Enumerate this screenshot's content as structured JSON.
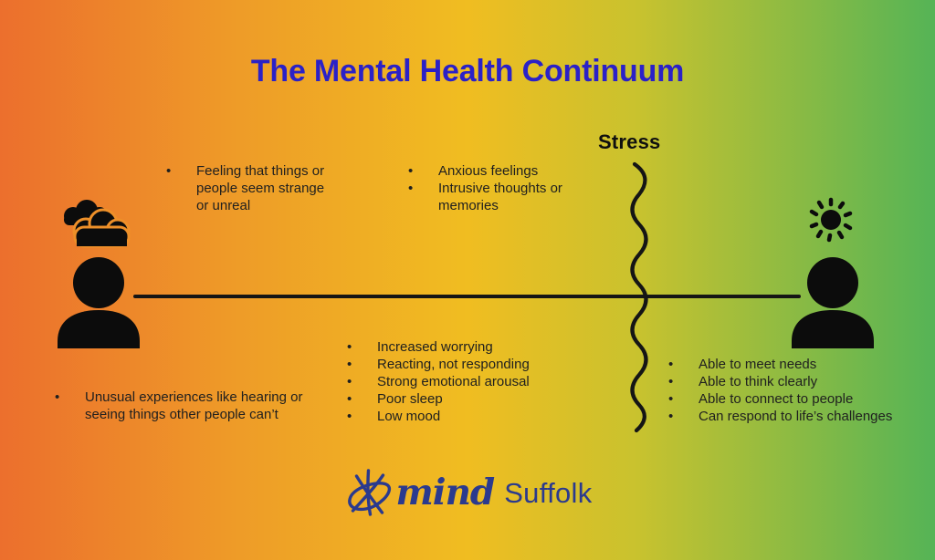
{
  "title": "The Mental Health Continuum",
  "stress_label": "Stress",
  "bullet_char": "•",
  "lists": {
    "top_left": {
      "items": [
        "Feeling that things or people seem strange or unreal"
      ]
    },
    "top_middle": {
      "items": [
        "Anxious feelings",
        "Intrusive thoughts or memories"
      ]
    },
    "bottom_left": {
      "items": [
        "Unusual experiences like hearing or seeing things other people can’t"
      ]
    },
    "bottom_middle": {
      "items": [
        "Increased worrying",
        "Reacting, not responding",
        "Strong emotional arousal",
        "Poor sleep",
        "Low mood"
      ]
    },
    "bottom_right": {
      "items": [
        "Able to meet needs",
        "Able to think clearly",
        "Able to connect to people",
        "Can respond to life’s challenges"
      ]
    }
  },
  "icons": {
    "left_figure": "person-silhouette",
    "left_weather": "storm-clouds",
    "right_figure": "person-silhouette",
    "right_weather": "sun",
    "divider": "wavy-stress-line",
    "axis": "continuum-line"
  },
  "logo": {
    "mark": "mind-scribble-star",
    "wordmark": "mind",
    "region": "Suffolk"
  },
  "colors": {
    "gradient_left": "#ec6f2d",
    "gradient_middle": "#f0bd21",
    "gradient_right": "#55b456",
    "title": "#2b21c7",
    "body_text": "#1f1f1f",
    "line": "#151515",
    "logo_blue": "#2b3a8e"
  }
}
